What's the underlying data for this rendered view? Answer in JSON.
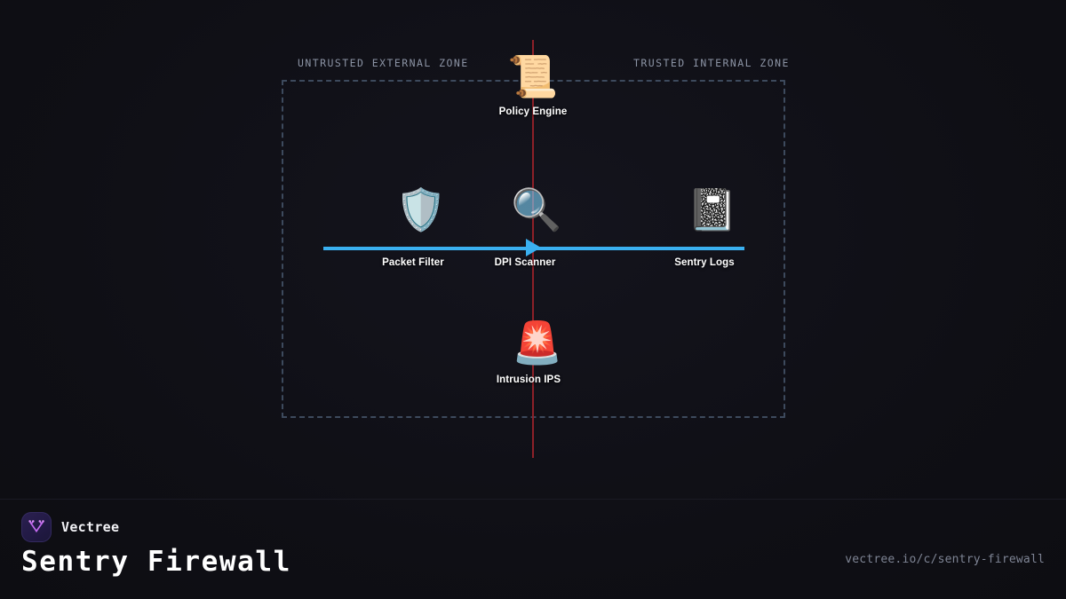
{
  "colors": {
    "background": "#0f0f15",
    "perimeter_border": "#3d4a5d",
    "divider": "#8d2028",
    "flow": "#3ab0f0",
    "zone_text": "#8b93a4",
    "node_label": "#ffffff",
    "url_text": "#7e8494",
    "brand_accent": "#c46bf0"
  },
  "diagram": {
    "type": "network-security-architecture",
    "zones": [
      {
        "id": "untrusted",
        "label": "UNTRUSTED EXTERNAL ZONE",
        "side": "left"
      },
      {
        "id": "trusted",
        "label": "TRUSTED INTERNAL ZONE",
        "side": "right"
      }
    ],
    "perimeter": {
      "style": "dashed",
      "label": ""
    },
    "divider": {
      "orientation": "vertical",
      "color": "#8d2028"
    },
    "flow": {
      "direction": "left-to-right",
      "color": "#3ab0f0",
      "arrow": "right-triangle"
    },
    "nodes": [
      {
        "id": "policy-engine",
        "label": "Policy Engine",
        "icon": "scroll-icon",
        "glyph": "📜"
      },
      {
        "id": "packet-filter",
        "label": "Packet Filter",
        "icon": "shield-icon",
        "glyph": "🛡️"
      },
      {
        "id": "dpi-scanner",
        "label": "DPI Scanner",
        "icon": "magnifier-icon",
        "glyph": "🔍"
      },
      {
        "id": "sentry-logs",
        "label": "Sentry Logs",
        "icon": "notebook-icon",
        "glyph": "📓"
      },
      {
        "id": "intrusion-ips",
        "label": "Intrusion IPS",
        "icon": "siren-icon",
        "glyph": "🚨"
      }
    ]
  },
  "footer": {
    "brand": "Vectree",
    "title": "Sentry Firewall",
    "url": "vectree.io/c/sentry-firewall",
    "logo_icon": "vectree-logo-icon"
  }
}
